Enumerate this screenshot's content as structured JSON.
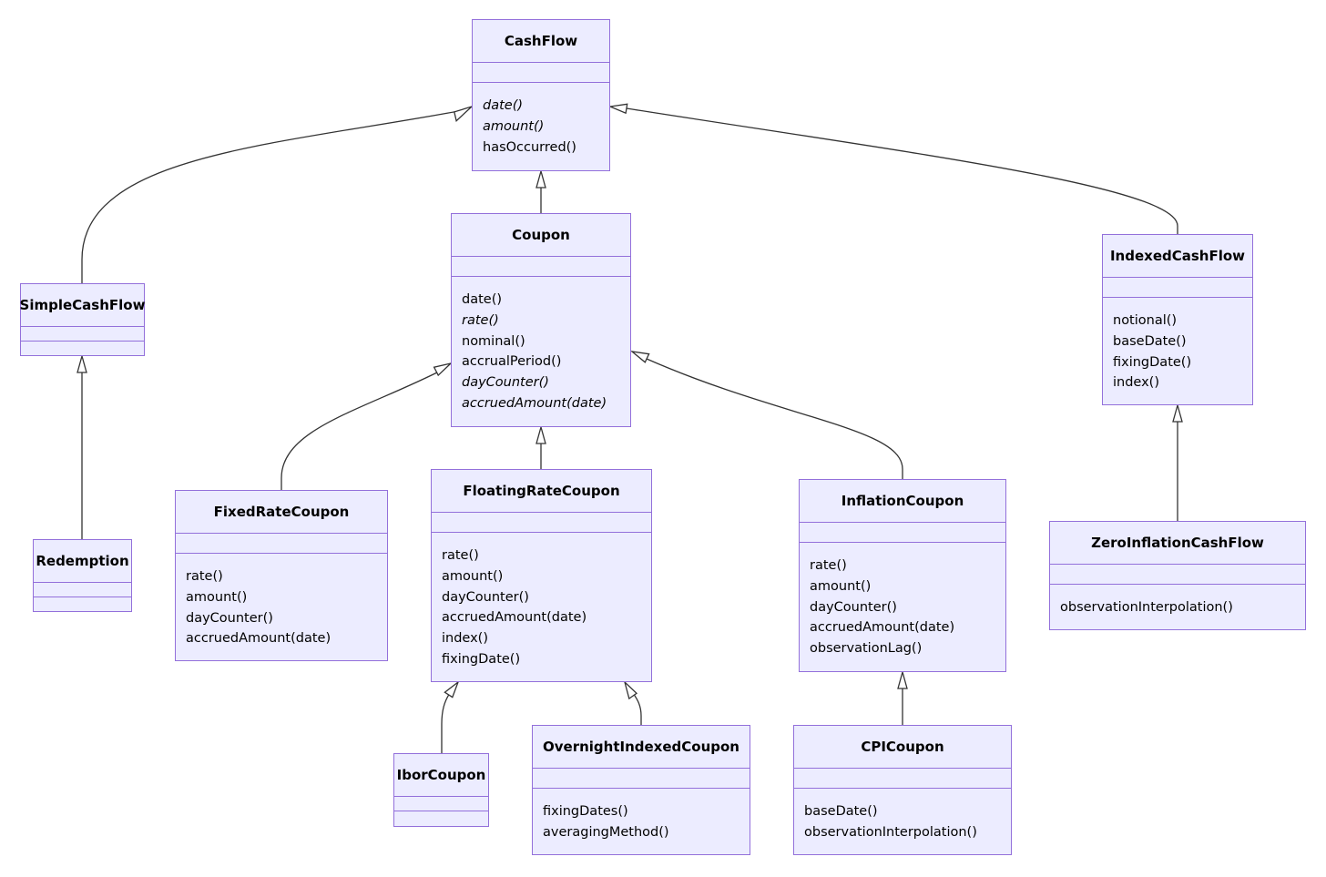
{
  "classes": {
    "cashflow": {
      "name": "CashFlow",
      "methods": [
        {
          "label": "date()",
          "abstract": true
        },
        {
          "label": "amount()",
          "abstract": true
        },
        {
          "label": "hasOccurred()",
          "abstract": false
        }
      ]
    },
    "coupon": {
      "name": "Coupon",
      "methods": [
        {
          "label": "date()",
          "abstract": false
        },
        {
          "label": "rate()",
          "abstract": true
        },
        {
          "label": "nominal()",
          "abstract": false
        },
        {
          "label": "accrualPeriod()",
          "abstract": false
        },
        {
          "label": "dayCounter()",
          "abstract": true
        },
        {
          "label": "accruedAmount(date)",
          "abstract": true
        }
      ]
    },
    "simplecashflow": {
      "name": "SimpleCashFlow",
      "methods": []
    },
    "redemption": {
      "name": "Redemption",
      "methods": []
    },
    "indexedcashflow": {
      "name": "IndexedCashFlow",
      "methods": [
        {
          "label": "notional()",
          "abstract": false
        },
        {
          "label": "baseDate()",
          "abstract": false
        },
        {
          "label": "fixingDate()",
          "abstract": false
        },
        {
          "label": "index()",
          "abstract": false
        }
      ]
    },
    "zeroinflationcashflow": {
      "name": "ZeroInflationCashFlow",
      "methods": [
        {
          "label": "observationInterpolation()",
          "abstract": false
        }
      ]
    },
    "fixedratecoupon": {
      "name": "FixedRateCoupon",
      "methods": [
        {
          "label": "rate()",
          "abstract": false
        },
        {
          "label": "amount()",
          "abstract": false
        },
        {
          "label": "dayCounter()",
          "abstract": false
        },
        {
          "label": "accruedAmount(date)",
          "abstract": false
        }
      ]
    },
    "floatingratecoupon": {
      "name": "FloatingRateCoupon",
      "methods": [
        {
          "label": "rate()",
          "abstract": false
        },
        {
          "label": "amount()",
          "abstract": false
        },
        {
          "label": "dayCounter()",
          "abstract": false
        },
        {
          "label": "accruedAmount(date)",
          "abstract": false
        },
        {
          "label": "index()",
          "abstract": false
        },
        {
          "label": "fixingDate()",
          "abstract": false
        }
      ]
    },
    "inflationcoupon": {
      "name": "InflationCoupon",
      "methods": [
        {
          "label": "rate()",
          "abstract": false
        },
        {
          "label": "amount()",
          "abstract": false
        },
        {
          "label": "dayCounter()",
          "abstract": false
        },
        {
          "label": "accruedAmount(date)",
          "abstract": false
        },
        {
          "label": "observationLag()",
          "abstract": false
        }
      ]
    },
    "iborcoupon": {
      "name": "IborCoupon",
      "methods": []
    },
    "overnightindexedcoupon": {
      "name": "OvernightIndexedCoupon",
      "methods": [
        {
          "label": "fixingDates()",
          "abstract": false
        },
        {
          "label": "averagingMethod()",
          "abstract": false
        }
      ]
    },
    "cpicoupon": {
      "name": "CPICoupon",
      "methods": [
        {
          "label": "baseDate()",
          "abstract": false
        },
        {
          "label": "observationInterpolation()",
          "abstract": false
        }
      ]
    }
  },
  "inheritance": [
    {
      "child": "SimpleCashFlow",
      "parent": "CashFlow"
    },
    {
      "child": "Coupon",
      "parent": "CashFlow"
    },
    {
      "child": "IndexedCashFlow",
      "parent": "CashFlow"
    },
    {
      "child": "Redemption",
      "parent": "SimpleCashFlow"
    },
    {
      "child": "FixedRateCoupon",
      "parent": "Coupon"
    },
    {
      "child": "FloatingRateCoupon",
      "parent": "Coupon"
    },
    {
      "child": "InflationCoupon",
      "parent": "Coupon"
    },
    {
      "child": "ZeroInflationCashFlow",
      "parent": "IndexedCashFlow"
    },
    {
      "child": "IborCoupon",
      "parent": "FloatingRateCoupon"
    },
    {
      "child": "OvernightIndexedCoupon",
      "parent": "FloatingRateCoupon"
    },
    {
      "child": "CPICoupon",
      "parent": "InflationCoupon"
    }
  ],
  "colors": {
    "fill": "#ECECFF",
    "border": "#9370DB",
    "edge": "#333333"
  }
}
